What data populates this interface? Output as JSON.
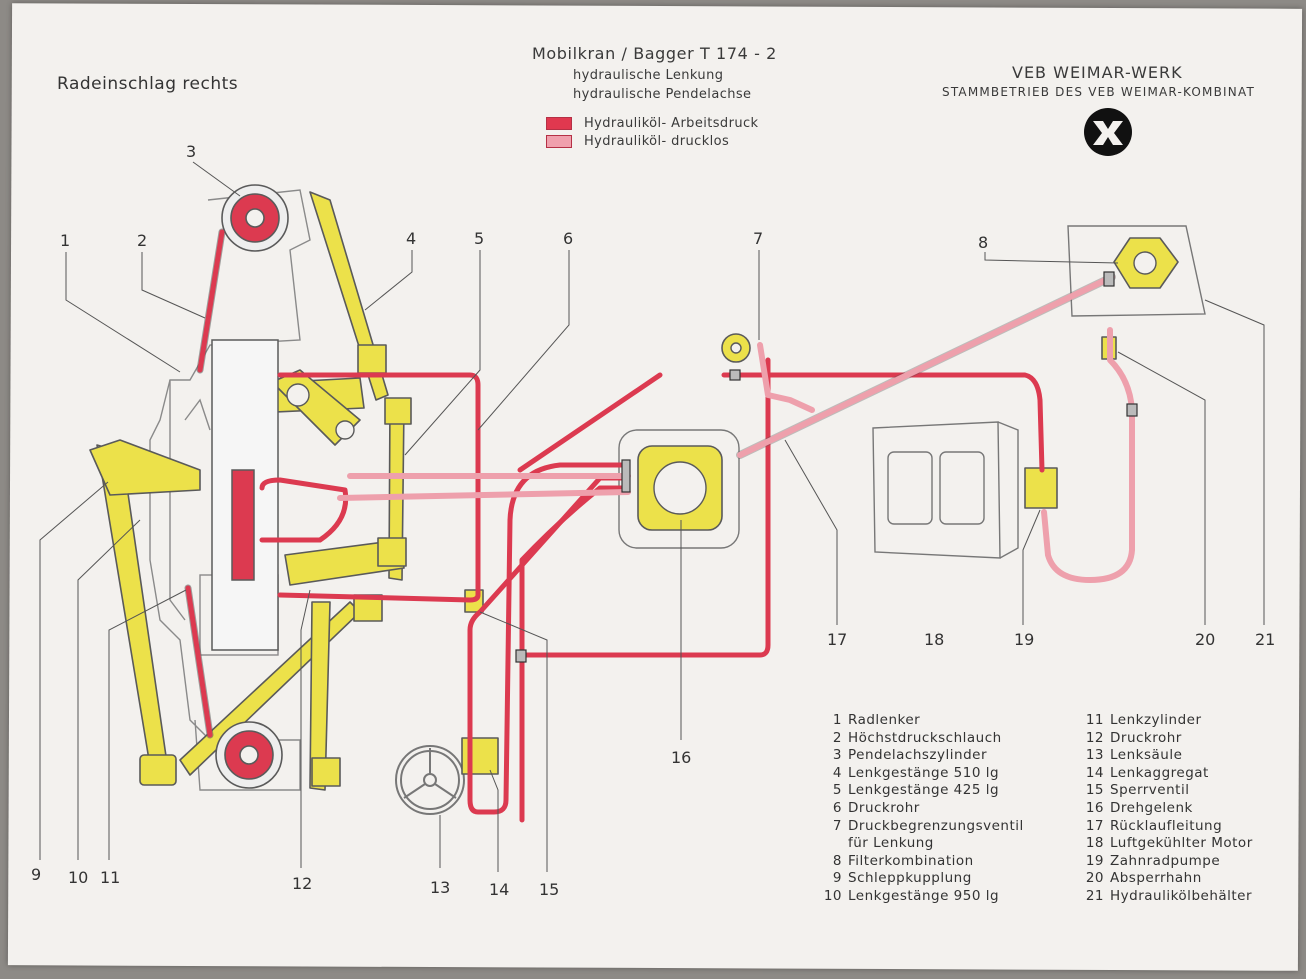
{
  "header": {
    "heading": "Radeinschlag rechts",
    "title": "Mobilkran / Bagger  T 174 - 2",
    "subtitle1": "hydraulische Lenkung",
    "subtitle2": "hydraulische Pendelachse"
  },
  "company": {
    "name": "VEB WEIMAR-WERK",
    "subline": "STAMMBETRIEB DES VEB WEIMAR-KOMBINAT"
  },
  "legend": [
    {
      "label": "Hydrauliköl- Arbeitsdruck",
      "color": "#e0384f"
    },
    {
      "label": "Hydrauliköl- drucklos",
      "color": "#f0a0ad"
    }
  ],
  "colors": {
    "pressure": "#dc3a50",
    "return": "#eea0ac",
    "mechanical": "#ece14a",
    "outline": "#5a5a5a"
  },
  "callouts": [
    "1",
    "2",
    "3",
    "4",
    "5",
    "6",
    "7",
    "8",
    "9",
    "10",
    "11",
    "12",
    "13",
    "14",
    "15",
    "16",
    "17",
    "18",
    "19",
    "20",
    "21"
  ],
  "parts_left": [
    {
      "n": "1",
      "label": "Radlenker"
    },
    {
      "n": "2",
      "label": "Höchstdruckschlauch"
    },
    {
      "n": "3",
      "label": "Pendelachszylinder"
    },
    {
      "n": "4",
      "label": "Lenkgestänge  510 lg"
    },
    {
      "n": "5",
      "label": "Lenkgestänge  425 lg"
    },
    {
      "n": "6",
      "label": "Druckrohr"
    },
    {
      "n": "7",
      "label": "Druckbegrenzungsventil"
    },
    {
      "n": "",
      "label": "für Lenkung"
    },
    {
      "n": "8",
      "label": "Filterkombination"
    },
    {
      "n": "9",
      "label": "Schleppkupplung"
    },
    {
      "n": "10",
      "label": "Lenkgestänge  950 lg"
    }
  ],
  "parts_right": [
    {
      "n": "11",
      "label": "Lenkzylinder"
    },
    {
      "n": "12",
      "label": "Druckrohr"
    },
    {
      "n": "13",
      "label": "Lenksäule"
    },
    {
      "n": "14",
      "label": "Lenkaggregat"
    },
    {
      "n": "15",
      "label": "Sperrventil"
    },
    {
      "n": "16",
      "label": "Drehgelenk"
    },
    {
      "n": "17",
      "label": "Rücklaufleitung"
    },
    {
      "n": "18",
      "label": "Luftgekühlter  Motor"
    },
    {
      "n": "19",
      "label": "Zahnradpumpe"
    },
    {
      "n": "20",
      "label": "Absperrhahn"
    },
    {
      "n": "21",
      "label": "Hydraulikölbehälter"
    }
  ]
}
